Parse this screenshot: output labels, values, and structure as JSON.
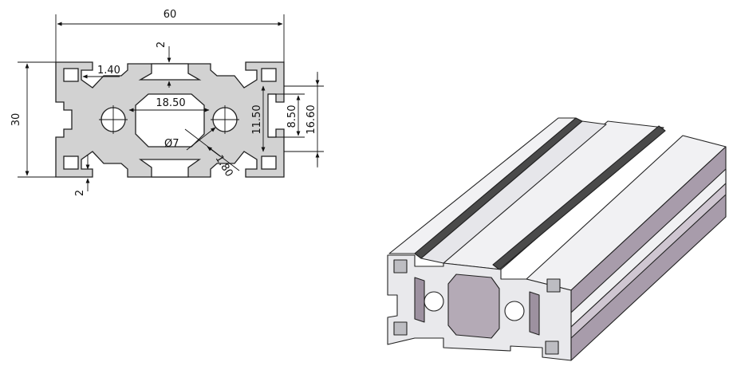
{
  "drawing": {
    "dimensions": {
      "width": "60",
      "height": "30",
      "slot_depth_top": "2",
      "slot_depth_bottom": "2",
      "wall": "1.40",
      "hole_pitch": "18.50",
      "hole_dia": "Ø7",
      "inner_wall": "1.80",
      "slot_inner": "11.50",
      "slot_opening": "8.50",
      "slot_outer": "16.60"
    }
  },
  "colors": {
    "outline": "#222222",
    "section_fill": "#d2d2d2",
    "iso_top": "#f1f1f3",
    "iso_side": "#a89cab",
    "iso_slot": "#4a4a4a"
  }
}
